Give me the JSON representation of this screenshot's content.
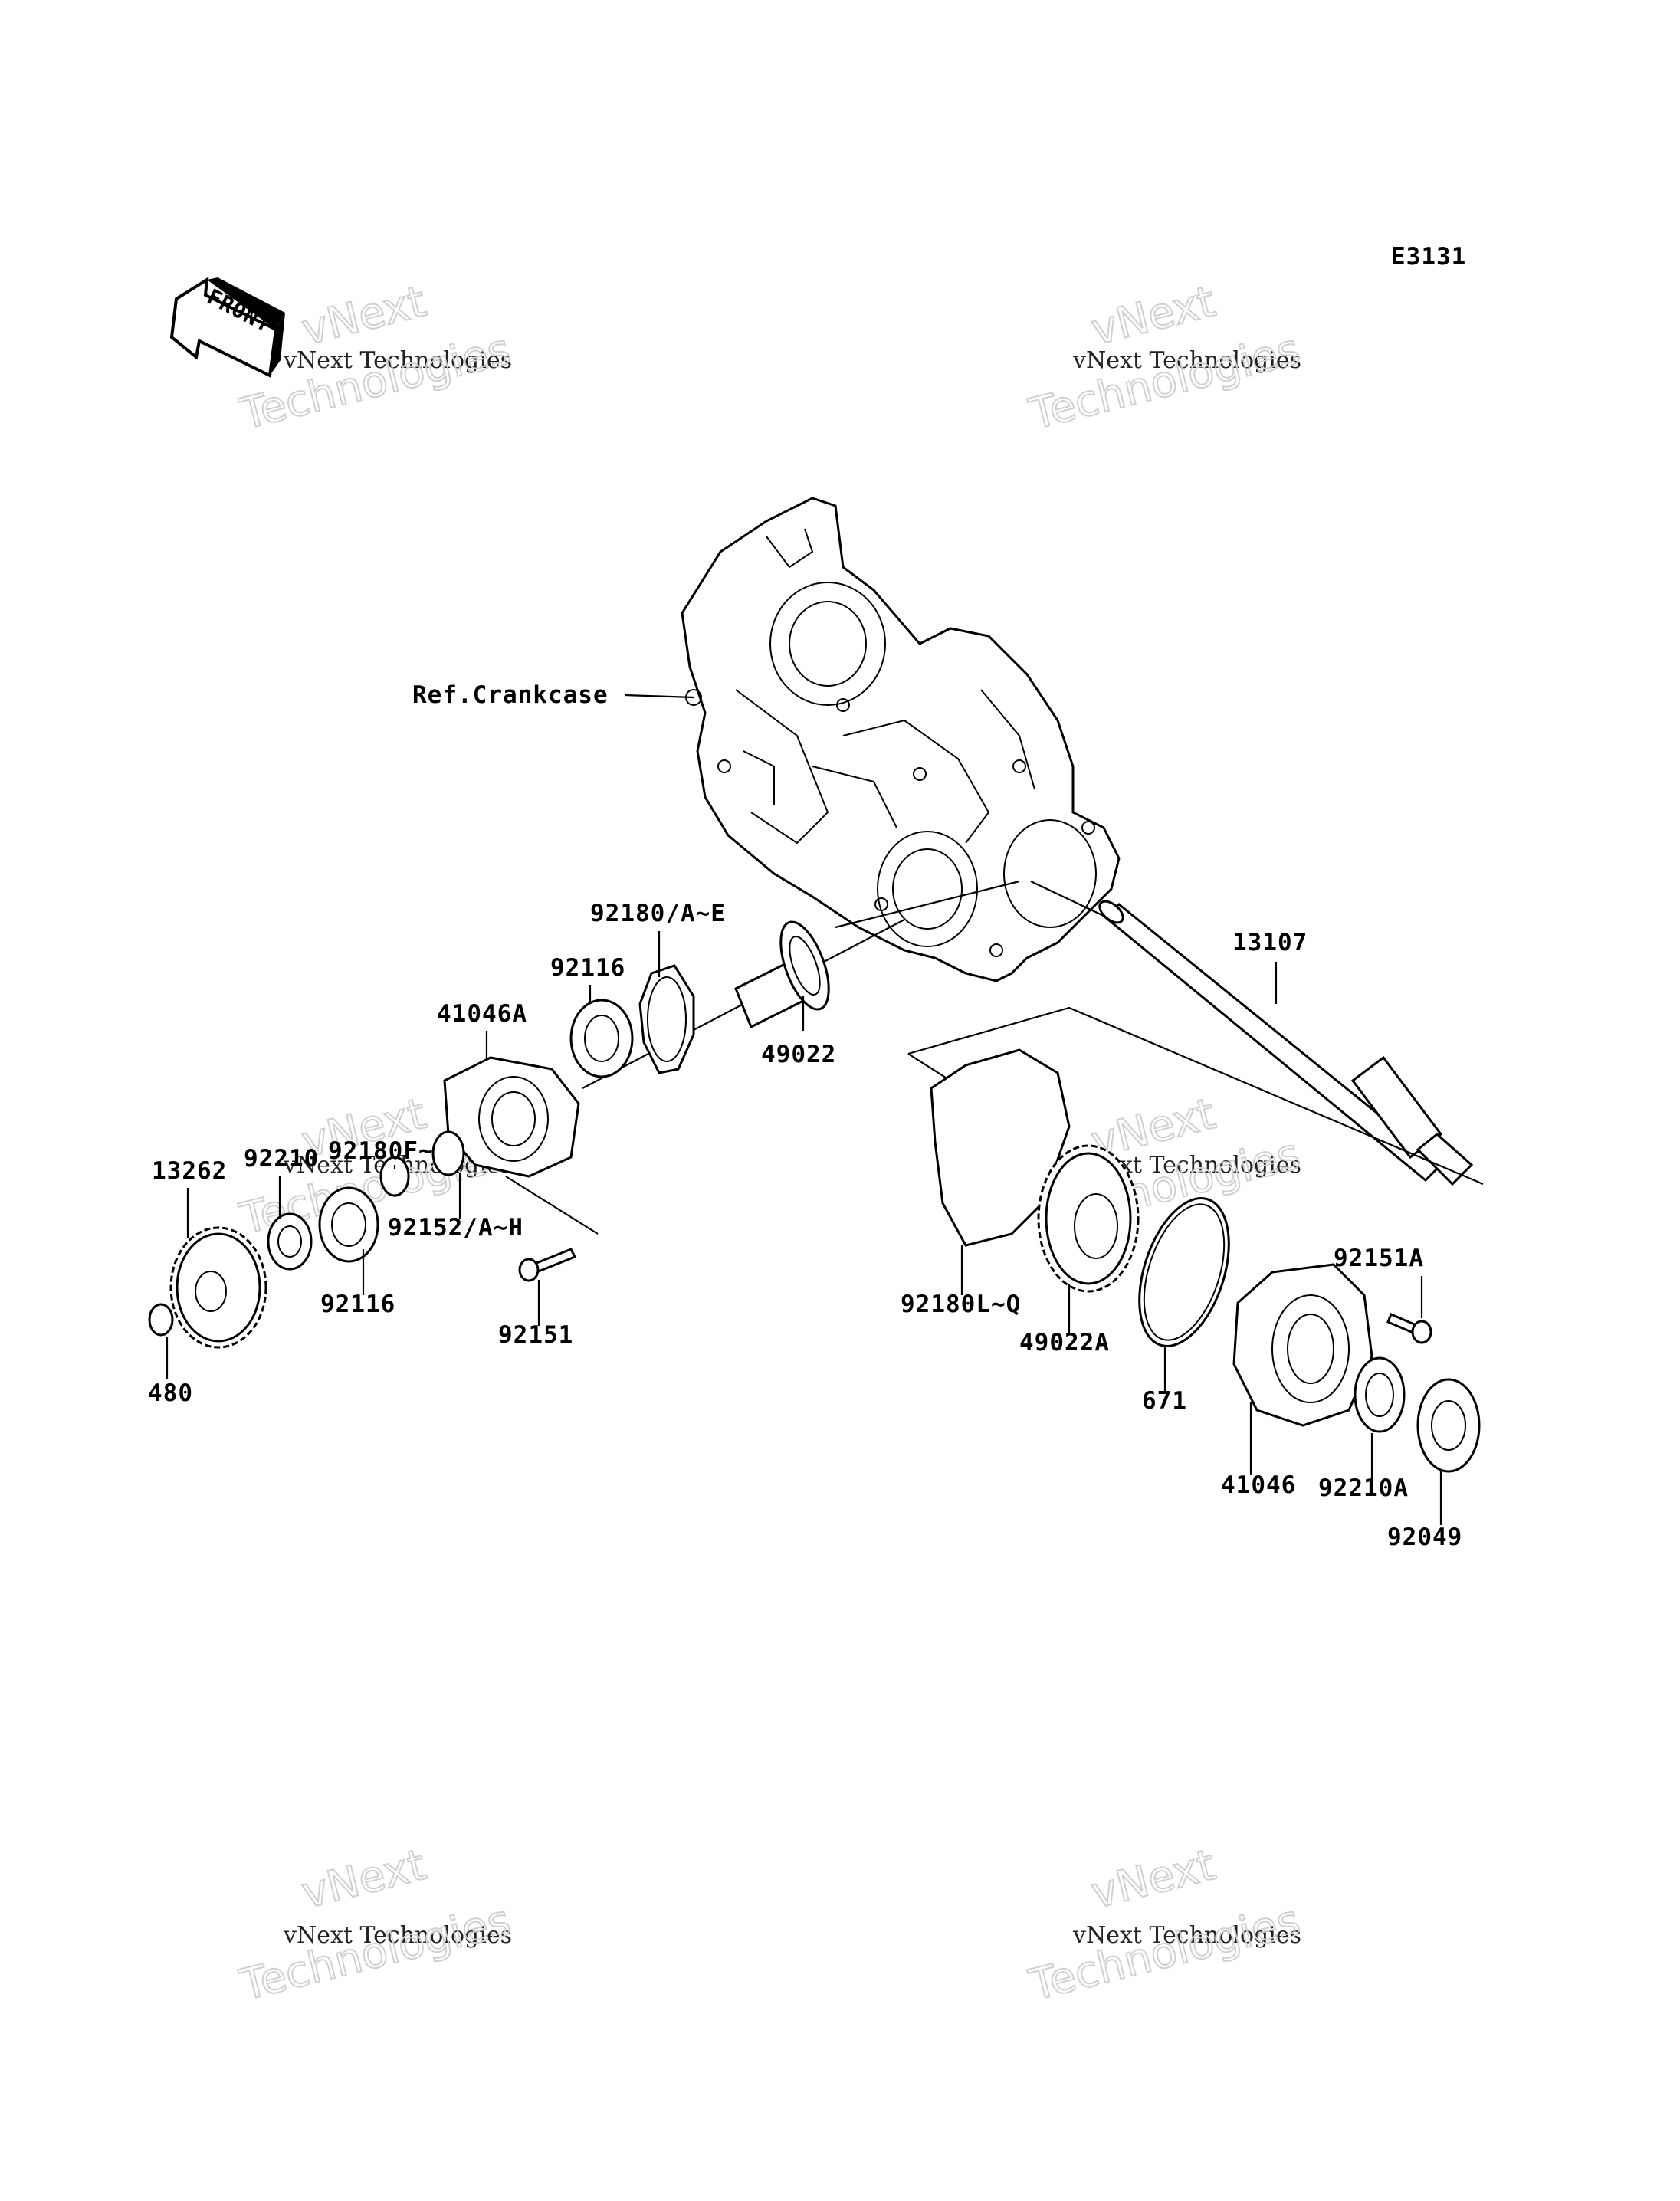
{
  "diagram_code": "E3131",
  "front_label": "FRONT",
  "watermark": {
    "line1": "vNext",
    "line2": "vNext Technologies",
    "line3": "Technologies"
  },
  "labels": {
    "ref_crankcase": "Ref.Crankcase",
    "p13107": "13107",
    "p92180ae": "92180/A~E",
    "p92116a": "92116",
    "p41046a": "41046A",
    "p49022": "49022",
    "p92180fk": "92180F~K",
    "p92210": "92210",
    "p13262": "13262",
    "p92152ah": "92152/A~H",
    "p92116b": "92116",
    "p92151": "92151",
    "p480": "480",
    "p92180lq": "92180L~Q",
    "p49022a": "49022A",
    "p671": "671",
    "p92151a": "92151A",
    "p41046": "41046",
    "p92210a": "92210A",
    "p92049": "92049"
  }
}
